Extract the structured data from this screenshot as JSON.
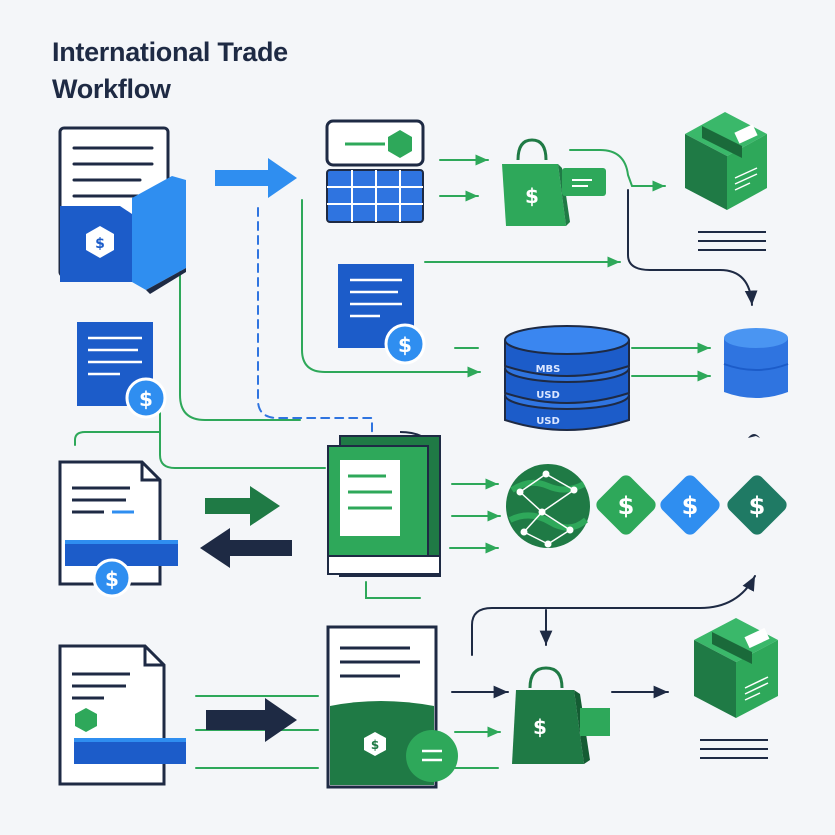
{
  "title": "International Trade Workflow",
  "icons": {
    "currency_symbol": "$",
    "database_labels": [
      "MBS",
      "USD",
      "USD"
    ]
  },
  "colors": {
    "navy": "#1e2a44",
    "blue": "#2f74e0",
    "blue_dark": "#1c5cc9",
    "green": "#2ea85a",
    "green_dark": "#1f7a45",
    "teal": "#1f7a64",
    "background": "#f4f6f9"
  }
}
